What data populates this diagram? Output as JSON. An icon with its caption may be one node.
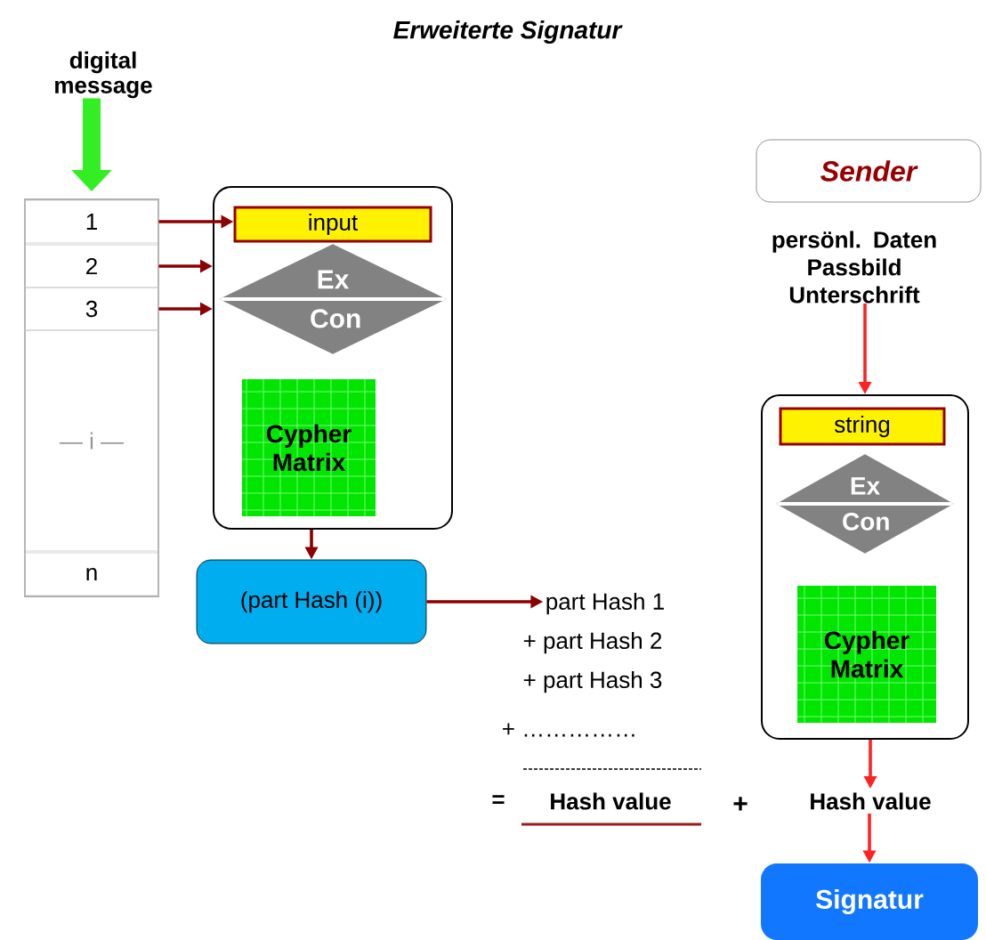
{
  "diagram": {
    "title": "Erweiterte Signatur",
    "nodes": [
      {
        "text": [
          "digital message"
        ]
      },
      {
        "text": [],
        "shape": "box"
      },
      {
        "text": [
          "1"
        ],
        "in": 1
      },
      {
        "text": [
          "2"
        ],
        "in": 1
      },
      {
        "text": [
          "3"
        ],
        "in": 1
      },
      {
        "text": [
          "— i —"
        ],
        "in": 1
      },
      {
        "text": [
          "n"
        ],
        "in": 1
      },
      {
        "text": [],
        "shape": "box"
      },
      {
        "text": [
          "input"
        ],
        "in": 7
      },
      {
        "text": [
          "Ex Con"
        ],
        "in": 7
      },
      {
        "text": [
          "Cypher Matrix"
        ],
        "in": 7
      },
      {
        "text": [
          "(part Hash (i))"
        ]
      },
      {
        "text": [
          "part Hash 1"
        ]
      },
      {
        "text": [
          "Sender"
        ]
      },
      {
        "text": [
          "persönl. Daten Passbild Unterschrift"
        ]
      },
      {
        "text": [],
        "shape": "box"
      },
      {
        "text": [
          "string"
        ],
        "in": 15
      },
      {
        "text": [
          "Ex Con"
        ],
        "in": 15
      },
      {
        "text": [
          "Cypher Matrix"
        ],
        "in": 15
      },
      {
        "text": [
          "Hash value"
        ]
      },
      {
        "text": [
          "Signatur"
        ]
      }
    ],
    "edges": [
      {
        "from": 0,
        "to": 1,
        "arrow": "to",
        "style": "thick",
        "color": "#33ee22"
      },
      {
        "from": 2,
        "to": 8,
        "arrow": "to"
      },
      {
        "from": 3,
        "to": 7,
        "arrow": "to"
      },
      {
        "from": 4,
        "to": 7,
        "arrow": "to"
      },
      {
        "from": 7,
        "to": 11,
        "arrow": "to"
      },
      {
        "from": 11,
        "to": 12,
        "arrow": "to"
      },
      {
        "from": 14,
        "to": 15,
        "arrow": "to",
        "color": "#ff2222"
      },
      {
        "from": 15,
        "to": 19,
        "arrow": "to",
        "color": "#ff2222"
      },
      {
        "from": 19,
        "to": 20,
        "arrow": "to",
        "color": "#ff2222"
      }
    ],
    "labels": [
      "+ part Hash 2",
      "+ part Hash 3",
      "+ ……………",
      "=",
      "Hash value",
      "+"
    ]
  }
}
